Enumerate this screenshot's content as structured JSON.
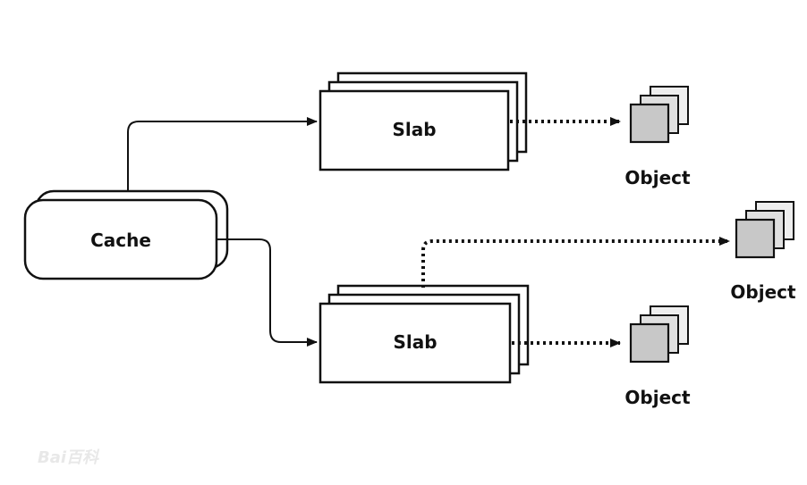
{
  "diagram": {
    "cache": {
      "label": "Cache"
    },
    "slabs": [
      {
        "label": "Slab"
      },
      {
        "label": "Slab"
      }
    ],
    "objects": [
      {
        "label": "Object"
      },
      {
        "label": "Object"
      },
      {
        "label": "Object"
      }
    ],
    "watermark": {
      "text": "Bai百科"
    },
    "colors": {
      "stroke": "#111111",
      "object_fill_front": "#c8c8c8",
      "object_fill_back": "#eeeeee",
      "background": "#ffffff"
    }
  }
}
